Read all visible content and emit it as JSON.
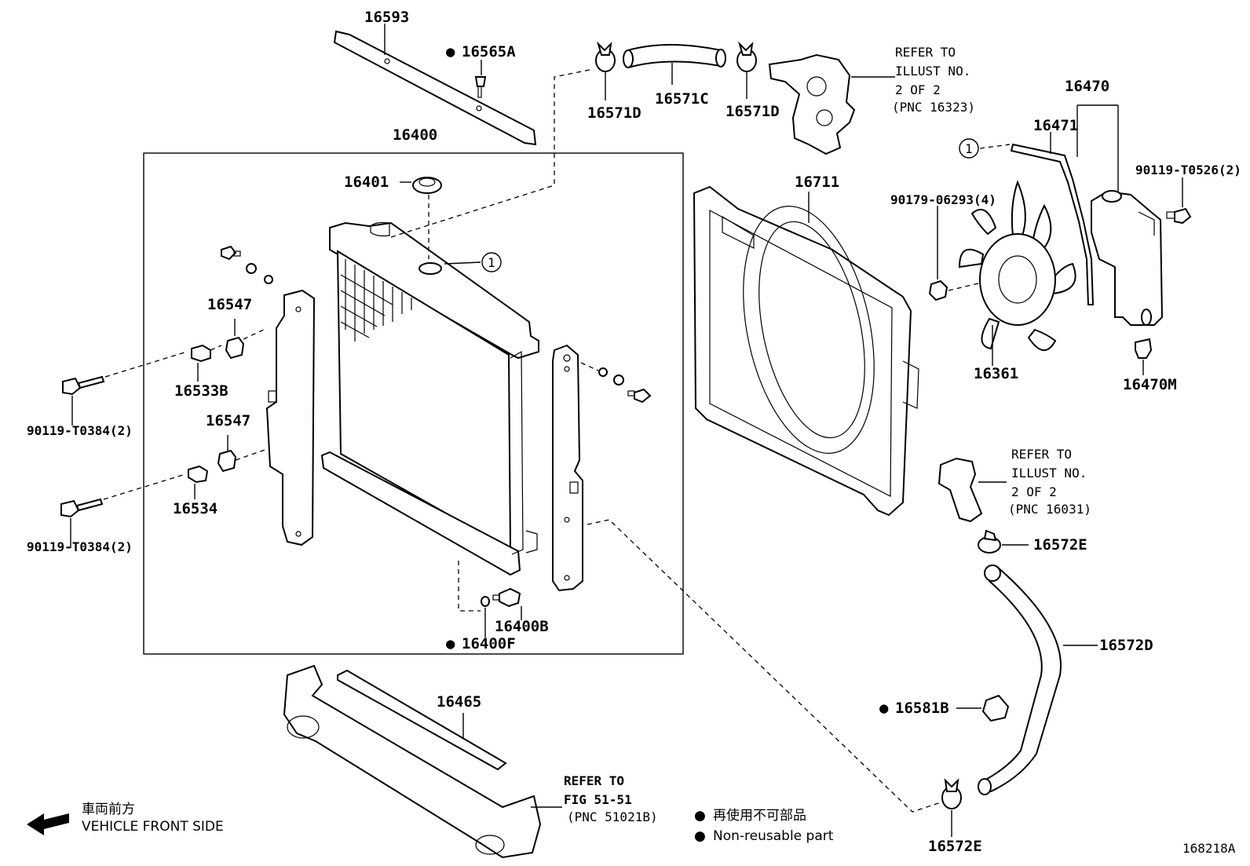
{
  "diagram_id": "168218A",
  "part_labels": {
    "p16593": "16593",
    "p16565A": "16565A",
    "p16571D_a": "16571D",
    "p16571C": "16571C",
    "p16571D_b": "16571D",
    "p16470": "16470",
    "p16471": "16471",
    "p90119T0526": "90119-T0526(2)",
    "p16400": "16400",
    "p16401": "16401",
    "p16711": "16711",
    "p90179": "90179-06293(4)",
    "p16547_a": "16547",
    "p16533B": "16533B",
    "p90119T0384_a": "90119-T0384(2)",
    "p16547_b": "16547",
    "p16534": "16534",
    "p90119T0384_b": "90119-T0384(2)",
    "p16361": "16361",
    "p16470M": "16470M",
    "p16572E_a": "16572E",
    "p16400B": "16400B",
    "p16400F": "16400F",
    "p16572D": "16572D",
    "p16465": "16465",
    "p16581B": "16581B",
    "p16572E_b": "16572E",
    "circle_ref_a": "1",
    "circle_ref_b": "1"
  },
  "refer_notes": {
    "thermo_outlet": {
      "line1": "REFER TO",
      "line2": "ILLUST NO.",
      "line3": "2 OF 2",
      "line4": "(PNC 16323)"
    },
    "thermo_inlet": {
      "line1": "REFER TO",
      "line2": "ILLUST NO.",
      "line3": "2 OF 2",
      "line4": "(PNC 16031)"
    },
    "support": {
      "line1": "REFER TO",
      "line2": "FIG 51-51",
      "line3": "(PNC 51021B)"
    }
  },
  "legend": {
    "front_jp": "車両前方",
    "front_en": "VEHICLE FRONT SIDE",
    "nonreuse_jp": "再使用不可部品",
    "nonreuse_en": "Non-reusable part",
    "bullet_symbol": "●"
  }
}
